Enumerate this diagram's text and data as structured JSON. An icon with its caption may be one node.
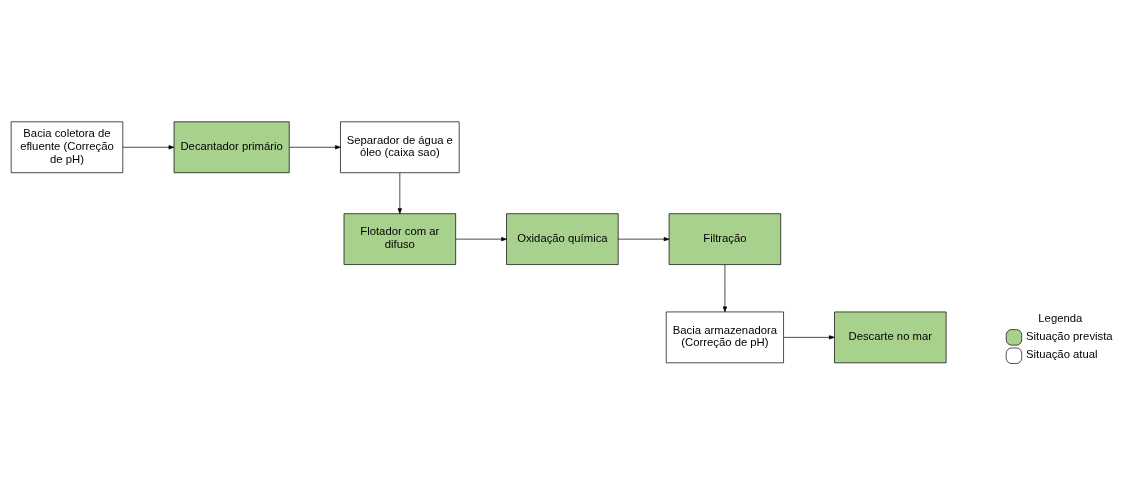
{
  "diagram": {
    "nodes": [
      {
        "text": [
          "Bacia coletora de efluente (Correção de pH)"
        ]
      },
      {
        "text": [
          "Decantador primário"
        ]
      },
      {
        "text": [
          "Separador de água e óleo (caixa sao)"
        ]
      },
      {
        "text": [
          "Flotador com ar difuso"
        ]
      },
      {
        "text": [
          "Oxidação química"
        ]
      },
      {
        "text": [
          "Filtração"
        ]
      },
      {
        "text": [
          "Bacia armazenadora (Correção de pH)"
        ]
      },
      {
        "text": [
          "Descarte no mar"
        ]
      }
    ],
    "edges": [
      {
        "from": 0,
        "to": 1,
        "arrow": "to"
      },
      {
        "from": 1,
        "to": 2,
        "arrow": "to"
      },
      {
        "from": 2,
        "to": 3,
        "arrow": "to"
      },
      {
        "from": 3,
        "to": 4,
        "arrow": "to"
      },
      {
        "from": 4,
        "to": 5,
        "arrow": "to"
      },
      {
        "from": 5,
        "to": 6,
        "arrow": "to"
      },
      {
        "from": 6,
        "to": 7,
        "arrow": "to"
      }
    ],
    "labels": [
      "Legenda"
    ],
    "legend": [
      {
        "text": "Situação prevista",
        "color": "#a9d18e"
      },
      {
        "text": "Situação atual",
        "color": "#ffffff"
      }
    ]
  }
}
